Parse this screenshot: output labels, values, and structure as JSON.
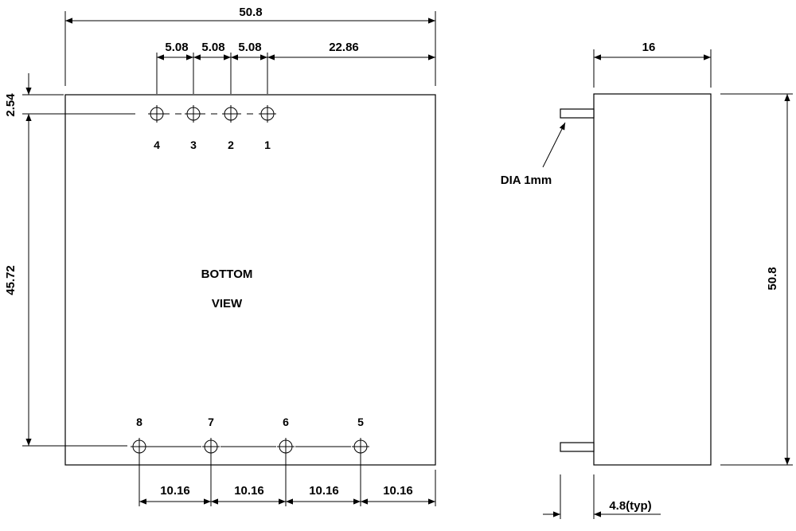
{
  "drawing": {
    "bottom_view": {
      "title_line1": "BOTTOM",
      "title_line2": "VIEW",
      "dim_width": "50.8",
      "dim_top_pitch_1": "5.08",
      "dim_top_pitch_2": "5.08",
      "dim_top_pitch_3": "5.08",
      "dim_top_right": "22.86",
      "dim_left_top": "2.54",
      "dim_left_height": "45.72",
      "dim_bottom_pitch": [
        "10.16",
        "10.16",
        "10.16",
        "10.16"
      ],
      "top_pins": [
        "4",
        "3",
        "2",
        "1"
      ],
      "bottom_pins": [
        "8",
        "7",
        "6",
        "5"
      ]
    },
    "side_view": {
      "dim_width": "16",
      "dim_height": "50.8",
      "pin_callout": "DIA 1mm",
      "pin_length": "4.8(typ)"
    }
  }
}
